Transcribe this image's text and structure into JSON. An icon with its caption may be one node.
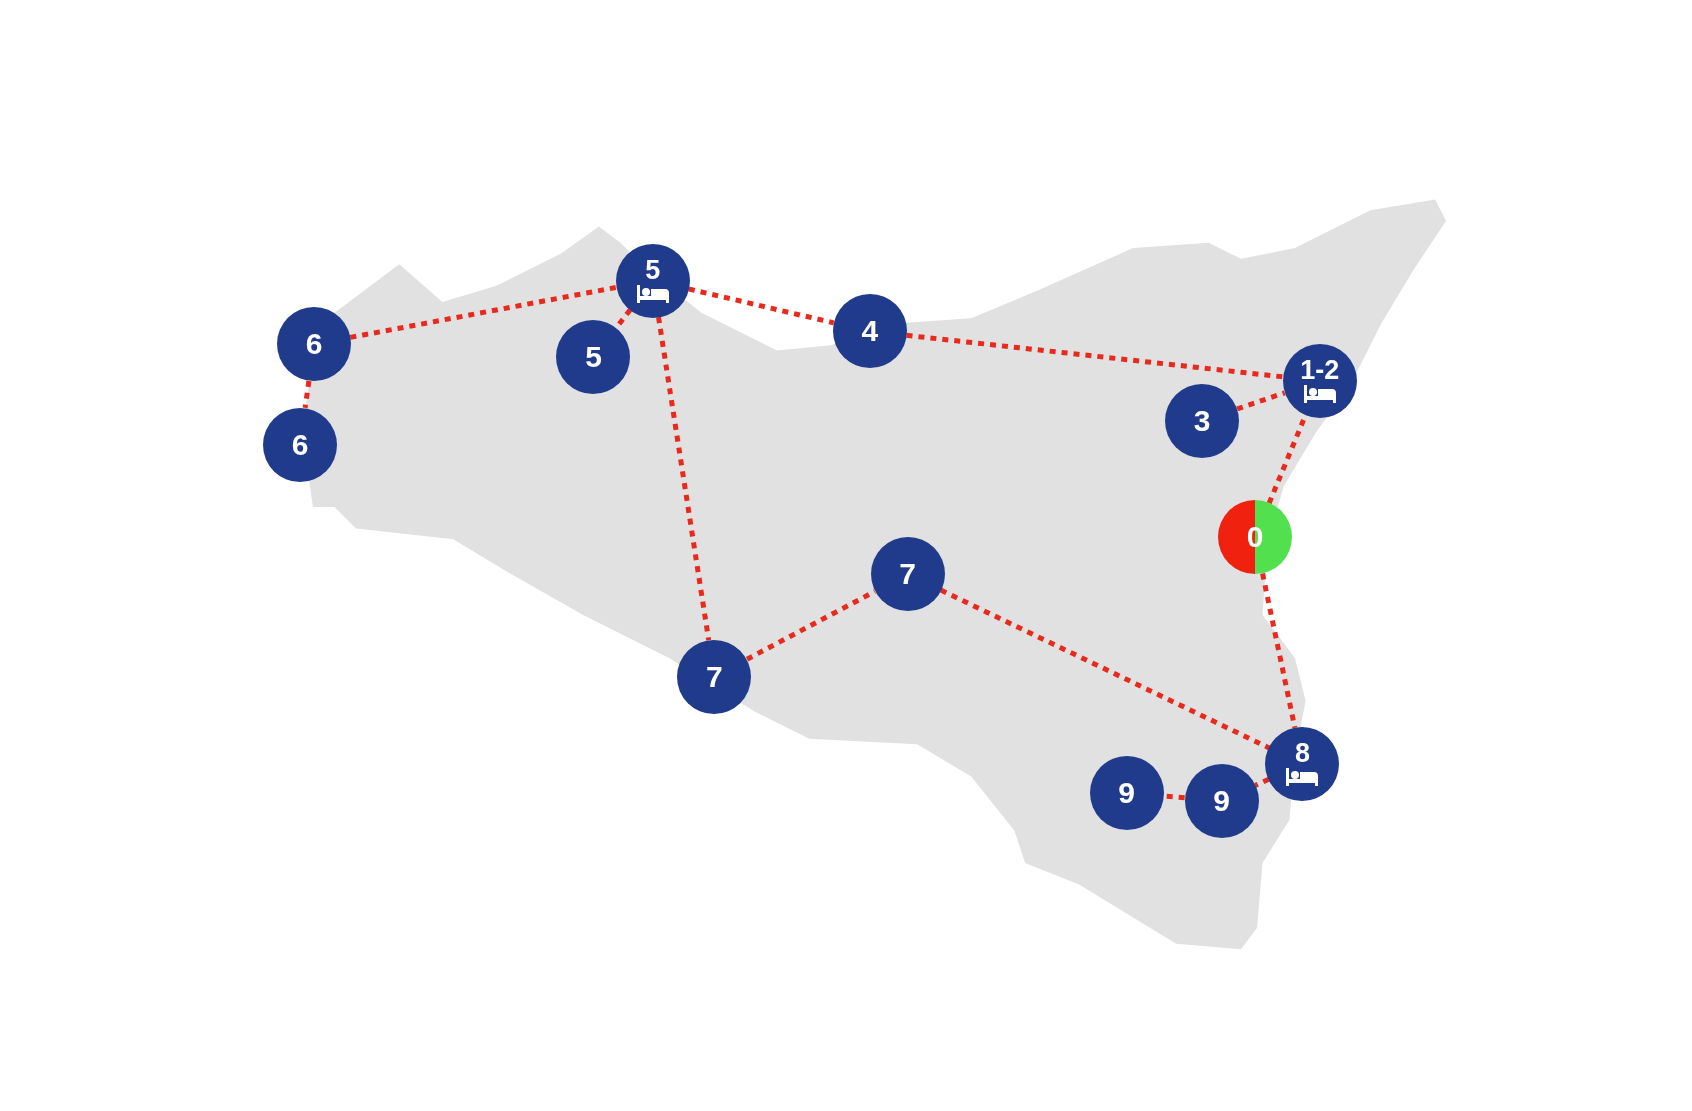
{
  "diagram": {
    "nodes": [
      {
        "text": [
          "0"
        ]
      },
      {
        "text": [
          "1-2"
        ]
      },
      {
        "text": [
          "3"
        ]
      },
      {
        "text": [
          "4"
        ]
      },
      {
        "text": [
          "5"
        ]
      },
      {
        "text": [
          "5"
        ]
      },
      {
        "text": [
          "6"
        ]
      },
      {
        "text": [
          "6"
        ]
      },
      {
        "text": [
          "7"
        ]
      },
      {
        "text": [
          "7"
        ]
      },
      {
        "text": [
          "8"
        ]
      },
      {
        "text": [
          "9"
        ]
      },
      {
        "text": [
          "9"
        ]
      }
    ],
    "edges": [
      {
        "from": 0,
        "to": 1,
        "arrow": "none"
      },
      {
        "from": 2,
        "to": 1,
        "arrow": "none"
      },
      {
        "from": 3,
        "to": 1,
        "arrow": "none"
      },
      {
        "from": 4,
        "to": 3,
        "arrow": "none"
      },
      {
        "from": 4,
        "to": 5,
        "arrow": "none"
      },
      {
        "from": 6,
        "to": 4,
        "arrow": "none"
      },
      {
        "from": 6,
        "to": 7,
        "arrow": "none"
      },
      {
        "from": 4,
        "to": 9,
        "arrow": "none"
      },
      {
        "from": 9,
        "to": 8,
        "arrow": "none"
      },
      {
        "from": 8,
        "to": 10,
        "arrow": "none"
      },
      {
        "from": 0,
        "to": 10,
        "arrow": "none"
      },
      {
        "from": 10,
        "to": 12,
        "arrow": "none"
      },
      {
        "from": 12,
        "to": 11,
        "arrow": "none"
      }
    ]
  }
}
